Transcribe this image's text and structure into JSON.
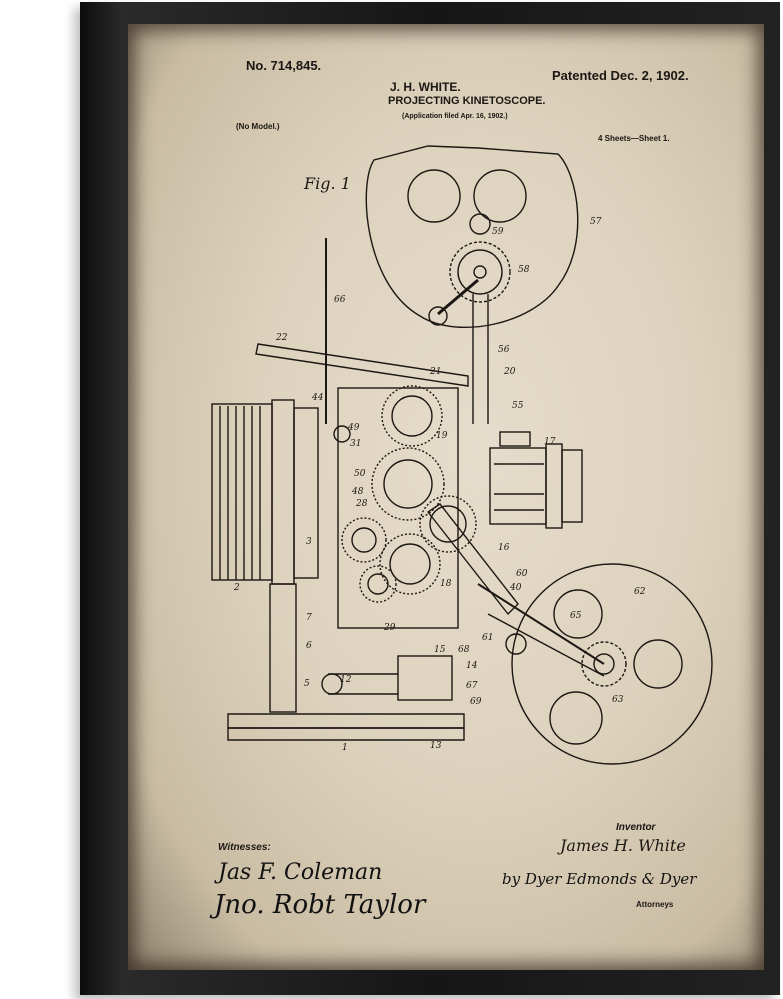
{
  "patent": {
    "number": "No. 714,845.",
    "date": "Patented Dec. 2, 1902.",
    "inventor_header": "J. H. WHITE.",
    "title": "PROJECTING KINETOSCOPE.",
    "filed": "(Application filed Apr. 16, 1902.)",
    "model": "(No Model.)",
    "sheets": "4 Sheets—Sheet 1.",
    "figure": "Fig. 1"
  },
  "signatures": {
    "witnesses_label": "Witnesses:",
    "witness_1": "Jas F. Coleman",
    "witness_2": "Jno. Robt Taylor",
    "inventor_label": "Inventor",
    "inventor_name": "James H. White",
    "attorney_sig": "by Dyer Edmonds & Dyer",
    "attorneys_label": "Attorneys"
  },
  "part_labels": [
    "57",
    "59",
    "58",
    "66",
    "22",
    "56",
    "21",
    "20",
    "55",
    "17",
    "44",
    "19",
    "49",
    "31",
    "50",
    "48",
    "28",
    "2",
    "16",
    "60",
    "40",
    "62",
    "65",
    "61",
    "63",
    "3",
    "7",
    "6",
    "5",
    "12",
    "15",
    "68",
    "14",
    "67",
    "69",
    "1",
    "13",
    "29",
    "18"
  ],
  "colors": {
    "paper": "#ddd2bd",
    "ink": "#1b1712",
    "frame": "#161616"
  }
}
